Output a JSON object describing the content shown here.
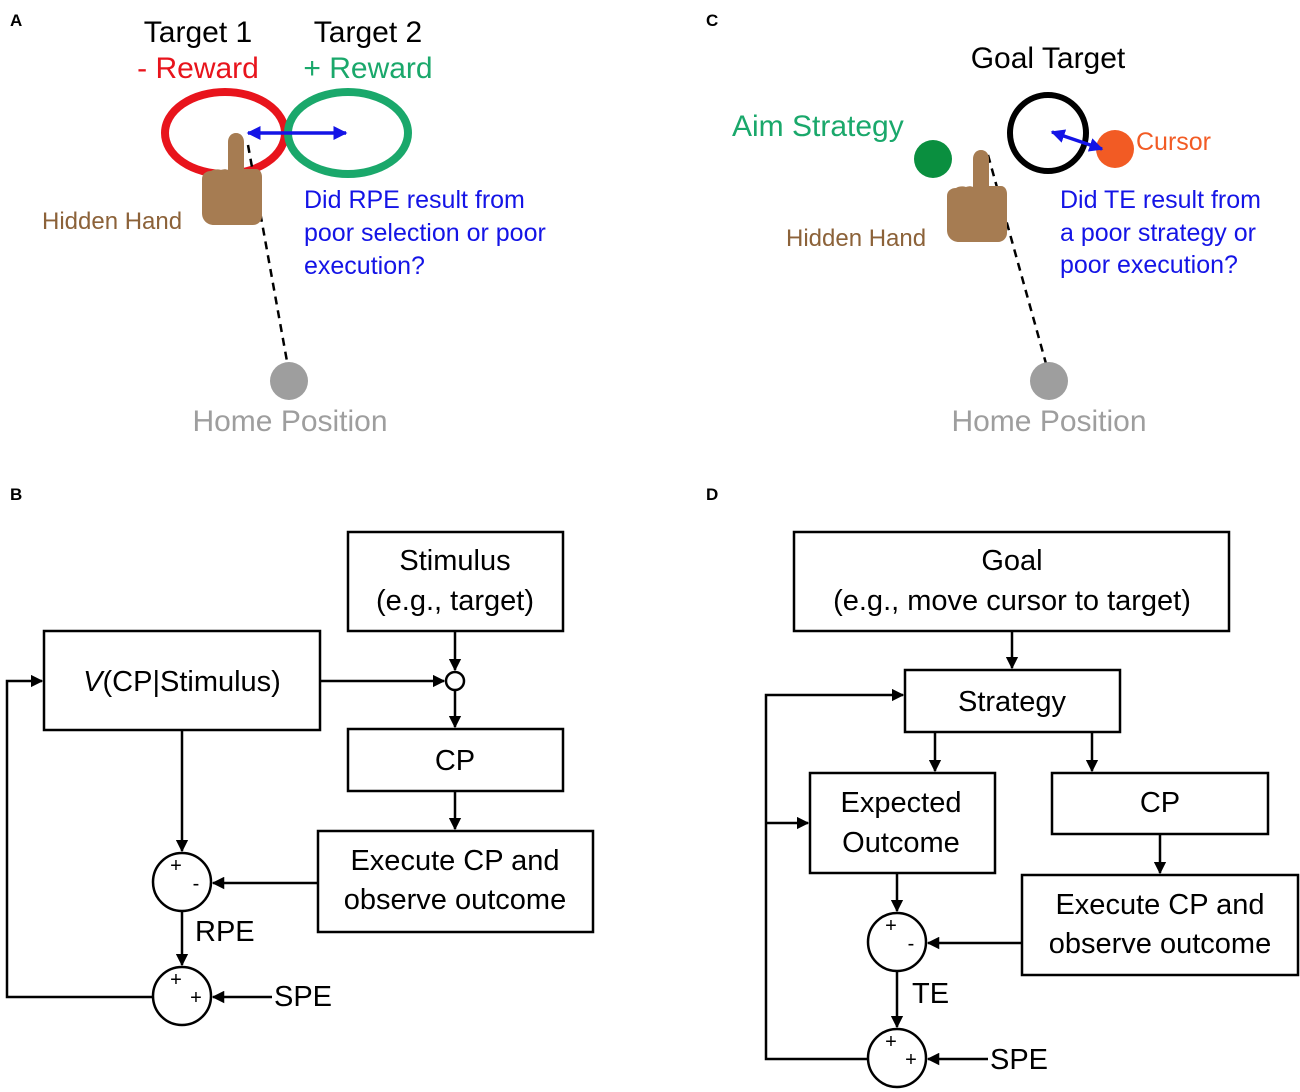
{
  "colors": {
    "red": "#e8141c",
    "green": "#1aa86b",
    "aim_green": "#0a8f3f",
    "blue": "#1414e6",
    "brown": "#8c6239",
    "hand": "#a67c52",
    "gray": "#9e9e9e",
    "orange": "#f25b24",
    "black": "#000000"
  },
  "panels": {
    "A": {
      "letter": "A",
      "target1": "Target 1",
      "reward_minus": "- Reward",
      "target2": "Target 2",
      "reward_plus": "+ Reward",
      "hidden_hand": "Hidden Hand",
      "question": [
        "Did RPE result from",
        "poor selection or poor",
        "execution?"
      ],
      "home": "Home Position"
    },
    "B": {
      "letter": "B",
      "stimulus": [
        "Stimulus",
        "(e.g., target)"
      ],
      "value_v": "V",
      "value_rest": "(CP|Stimulus)",
      "cp": "CP",
      "execute": [
        "Execute CP and",
        "observe outcome"
      ],
      "plus": "+",
      "minus": "-",
      "rpe": "RPE",
      "spe": "SPE"
    },
    "C": {
      "letter": "C",
      "goal_target": "Goal Target",
      "aim_strategy": "Aim Strategy",
      "cursor": "Cursor",
      "hidden_hand": "Hidden Hand",
      "question": [
        "Did TE result from",
        "a poor strategy or",
        "poor execution?"
      ],
      "home": "Home Position"
    },
    "D": {
      "letter": "D",
      "goal": [
        "Goal",
        "(e.g., move cursor to target)"
      ],
      "strategy": "Strategy",
      "expected": [
        "Expected",
        "Outcome"
      ],
      "cp": "CP",
      "execute": [
        "Execute CP and",
        "observe outcome"
      ],
      "plus": "+",
      "minus": "-",
      "te": "TE",
      "spe": "SPE"
    }
  }
}
